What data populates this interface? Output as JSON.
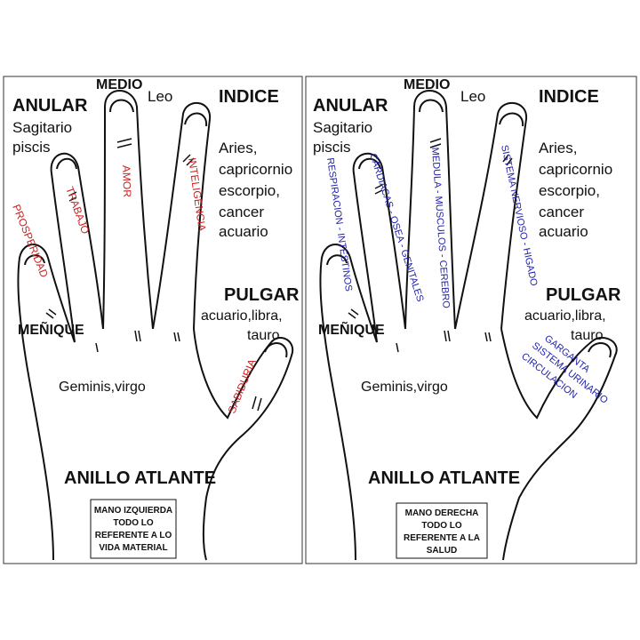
{
  "colors": {
    "red_labels": "#cc2222",
    "blue_labels": "#2222aa",
    "outline": "#111111"
  },
  "left": {
    "anular": "ANULAR",
    "anular_signs_1": "Sagitario",
    "anular_signs_2": "piscis",
    "medio": "MEDIO",
    "medio_sign": "Leo",
    "indice": "INDICE",
    "indice_signs": [
      "Aries,",
      "capricornio",
      "escorpio,",
      "cancer",
      "acuario"
    ],
    "pulgar": "PULGAR",
    "pulgar_signs_1": "acuario,libra,",
    "pulgar_signs_2": "tauro",
    "menique": "MEÑIQUE",
    "menique_signs": "Geminis,virgo",
    "anillo": "ANILLO ATLANTE",
    "finger_words": {
      "menique": "PROSPERIDAD",
      "anular": "TRABAJO",
      "medio": "AMOR",
      "indice": "INTELIGENCIA",
      "pulgar": "SABIDURIA"
    },
    "note_lines": [
      "MANO IZQUIERDA",
      "TODO LO",
      "REFERENTE A LO",
      "VIDA MATERIAL"
    ]
  },
  "right": {
    "anular": "ANULAR",
    "anular_signs_1": "Sagitario",
    "anular_signs_2": "piscis",
    "medio": "MEDIO",
    "medio_sign": "Leo",
    "indice": "INDICE",
    "indice_signs": [
      "Aries,",
      "capricornio",
      "escorpio,",
      "cancer",
      "acuario"
    ],
    "pulgar": "PULGAR",
    "pulgar_signs_1": "acuario,libra,",
    "pulgar_signs_2": "tauro",
    "menique": "MEÑIQUE",
    "menique_signs": "Geminis,virgo",
    "anillo": "ANILLO ATLANTE",
    "finger_words": {
      "menique": "RESPIRACION - INTESTINOS",
      "anular": "CARDIACAS - OSEA - GENITALES",
      "medio": "MEDULA - MUSCULOS - CEREBRO",
      "indice": "SISTEMA NERVIOSO - HIGADO",
      "pulgar_1": "GARGANTA",
      "pulgar_2": "SISTEMA URINARIO",
      "pulgar_3": "CIRCULACION"
    },
    "note_lines": [
      "MANO DERECHA",
      "TODO LO",
      "REFERENTE A LA",
      "SALUD"
    ]
  }
}
